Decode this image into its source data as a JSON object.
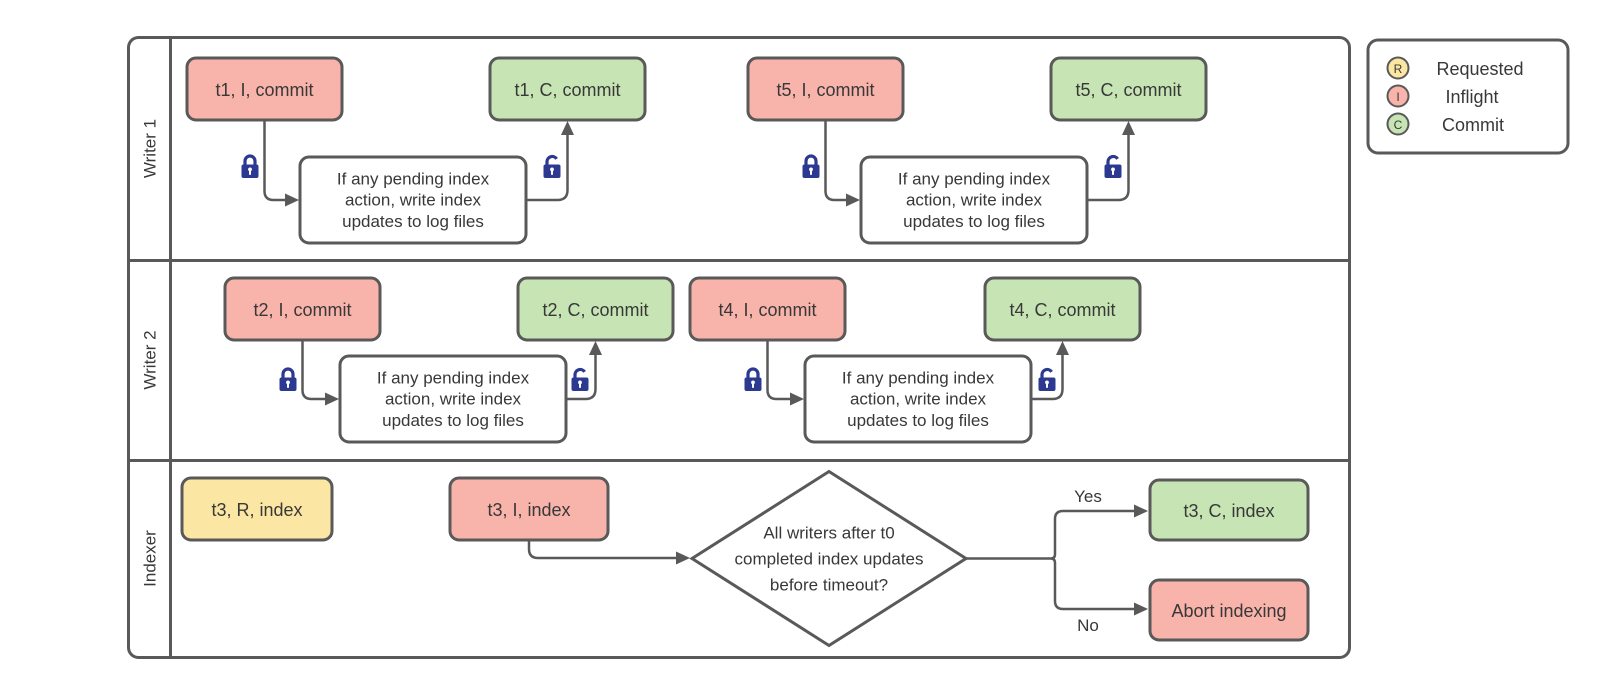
{
  "lanes": {
    "w1": "Writer 1",
    "w2": "Writer 2",
    "idx": "Indexer"
  },
  "nodes": {
    "t1i": "t1, I, commit",
    "t1c": "t1, C, commit",
    "t5i": "t5, I, commit",
    "t5c": "t5, C, commit",
    "t2i": "t2, I, commit",
    "t2c": "t2, C, commit",
    "t4i": "t4, I, commit",
    "t4c": "t4, C, commit",
    "t3r": "t3, R, index",
    "t3i": "t3, I, index",
    "t3c": "t3, C, index",
    "abort": "Abort indexing"
  },
  "process": {
    "l1": "If any pending index",
    "l2": "action, write index",
    "l3": "updates to log files"
  },
  "decision": {
    "l1": "All writers after t0",
    "l2": "completed index updates",
    "l3": "before timeout?"
  },
  "branches": {
    "yes": "Yes",
    "no": "No"
  },
  "legend": {
    "r_letter": "R",
    "i_letter": "I",
    "c_letter": "C",
    "requested": "Requested",
    "inflight": "Inflight",
    "commit": "Commit"
  },
  "colors": {
    "inflight": "#F8B3AA",
    "commit": "#C7E5B4",
    "requested": "#FBE7A3",
    "lock": "#2B3990",
    "stroke": "#595959"
  }
}
